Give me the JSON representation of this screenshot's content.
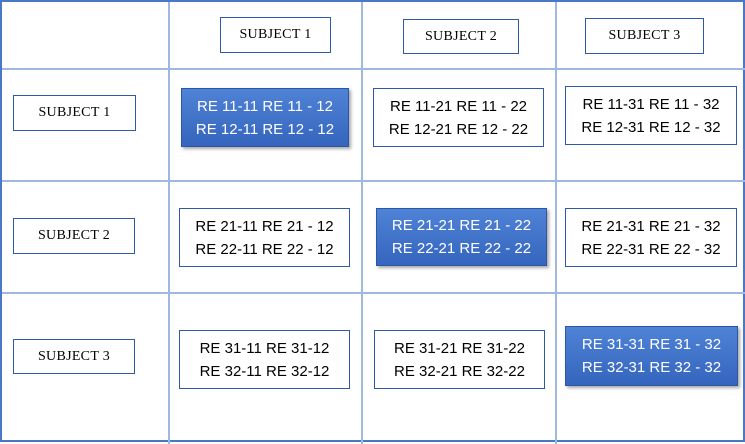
{
  "columns": [
    {
      "label": "SUBJECT  1"
    },
    {
      "label": "SUBJECT  2"
    },
    {
      "label": "SUBJECT  3"
    }
  ],
  "rows": [
    {
      "label": "SUBJECT  1",
      "cells": [
        {
          "line1": "RE 11-11 RE 11 - 12",
          "line2": "RE 12-11 RE 12 - 12",
          "highlight": true
        },
        {
          "line1": "RE 11-21 RE 11 - 22",
          "line2": "RE 12-21 RE 12 - 22",
          "highlight": false
        },
        {
          "line1": "RE 11-31 RE 11 - 32",
          "line2": "RE 12-31 RE 12 - 32",
          "highlight": false
        }
      ]
    },
    {
      "label": "SUBJECT  2",
      "cells": [
        {
          "line1": "RE 21-11 RE 21 - 12",
          "line2": "RE 22-11 RE 22 - 12",
          "highlight": false
        },
        {
          "line1": "RE 21-21 RE 21 - 22",
          "line2": "RE 22-21 RE 22 - 22",
          "highlight": true
        },
        {
          "line1": "RE 21-31 RE 21 - 32",
          "line2": "RE 22-31 RE 22 - 32",
          "highlight": false
        }
      ]
    },
    {
      "label": "SUBJECT  3",
      "cells": [
        {
          "line1": "RE 31-11 RE 31-12",
          "line2": "RE 32-11 RE 32-12",
          "highlight": false
        },
        {
          "line1": "RE 31-21 RE 31-22",
          "line2": "RE 32-21 RE 32-22",
          "highlight": false
        },
        {
          "line1": "RE 31-31 RE 31 - 32",
          "line2": "RE 32-31 RE 32 - 32",
          "highlight": true
        }
      ]
    }
  ],
  "colors": {
    "highlight_fill": "#3d6fc8",
    "box_border": "#2e5aa8",
    "grid_line": "#9fb9de",
    "outer_border": "#4a78c4"
  }
}
